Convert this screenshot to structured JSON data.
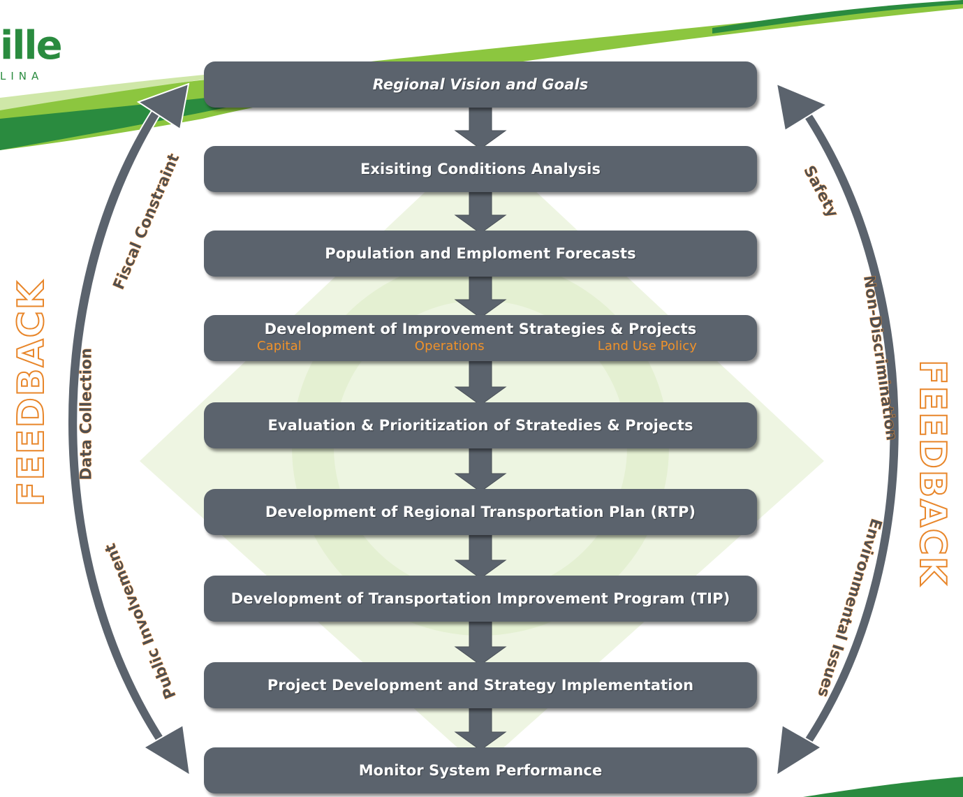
{
  "logo": {
    "name": "ille",
    "sub": "LINA"
  },
  "steps": [
    {
      "label": "Regional Vision and Goals"
    },
    {
      "label": "Exisiting Conditions Analysis"
    },
    {
      "label": "Population and Emploment Forecasts"
    },
    {
      "label": "Development of Improvement Strategies & Projects",
      "sub": [
        "Capital",
        "Operations",
        "Land Use Policy"
      ]
    },
    {
      "label": "Evaluation & Prioritization of Stratedies & Projects"
    },
    {
      "label": "Development of Regional Transportation Plan (RTP)"
    },
    {
      "label": "Development of Transportation Improvement Program (TIP)"
    },
    {
      "label": "Project Development and Strategy Implementation"
    },
    {
      "label": "Monitor System Performance"
    }
  ],
  "left_loop": {
    "feedback": "FEEDBACK",
    "labels": [
      "Fiscal Constraint",
      "Data Collection",
      "Public Involvement"
    ]
  },
  "right_loop": {
    "feedback": "FEEDBACK",
    "labels": [
      "Safety",
      "Non-Discrimination",
      "Environmental Issues"
    ]
  },
  "colors": {
    "box": "#5b636d",
    "accent": "#f0922a",
    "brand_green": "#2a8b3f",
    "lime": "#8cc63f"
  }
}
